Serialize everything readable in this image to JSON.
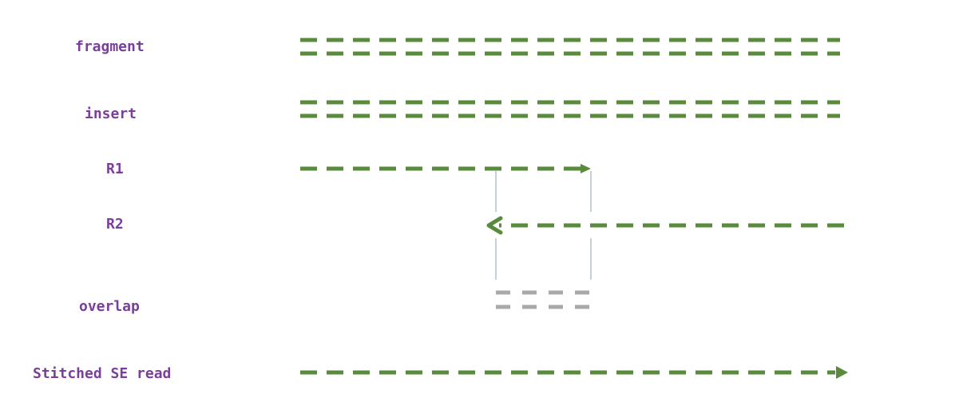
{
  "labels": {
    "fragment": "fragment",
    "insert": "insert",
    "r1": "R1",
    "r2": "R2",
    "overlap": "overlap",
    "stitched": "Stitched SE read"
  },
  "colors": {
    "label": "#7a3f9a",
    "strand": "#5a8a3c",
    "overlap": "#a9a9a9",
    "guide": "#8aa0b4"
  }
}
